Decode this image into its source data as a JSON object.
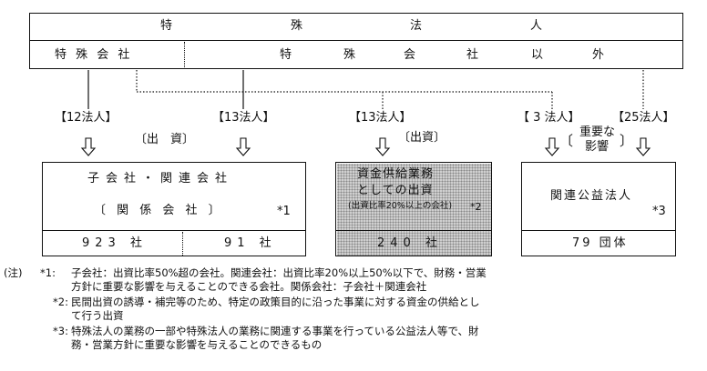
{
  "header": {
    "title_chars": [
      "特",
      "殊",
      "法",
      "人"
    ],
    "left_label": "特 殊 会 社",
    "right_chars": [
      "特",
      "殊",
      "会",
      "社",
      "以",
      "外"
    ]
  },
  "counts": {
    "c12": "【12法人】",
    "c13a": "【13法人】",
    "c13b": "【13法人】",
    "c3": "【 3 法人】",
    "c25": "【25法人】"
  },
  "relations": {
    "shishi": "〔出　資〕",
    "shishi2": "〔出資〕",
    "influence_l1": "重要な",
    "influence_l2": "影響",
    "bracket_l": "〔",
    "bracket_r": "〕"
  },
  "boxes": {
    "subsidiary": {
      "title": "子会社・関連会社",
      "sub": "〔 関 係 会 社 〕",
      "mark": "*1",
      "count_left": "923 社",
      "count_right": "91 社"
    },
    "funding": {
      "line1": "資金供給業務",
      "line2": "としての出資",
      "line3": "(出資比率20%以上の会社)",
      "mark": "*2",
      "count": "240 社"
    },
    "public": {
      "title": "関連公益法人",
      "mark": "*3",
      "count": "79 団体"
    }
  },
  "notes": {
    "head": "(注)",
    "n1_mark": "*1:",
    "n1_l1": "子会社：出資比率50%超の会社。関連会社：出資比率20%以上50%以下で、財務・営業",
    "n1_l2": "方針に重要な影響を与えることのできる会社。関係会社：子会社＋関連会社",
    "n2_mark": "*2:",
    "n2_l1": "民間出資の誘導・補完等のため、特定の政策目的に沿った事業に対する資金の供給とし",
    "n2_l2": "て行う出資",
    "n3_mark": "*3:",
    "n3_l1": "特殊法人の業務の一部や特殊法人の業務に関連する事業を行っている公益法人等で、財",
    "n3_l2": "務・営業方針に重要な影響を与えることのできるもの"
  }
}
